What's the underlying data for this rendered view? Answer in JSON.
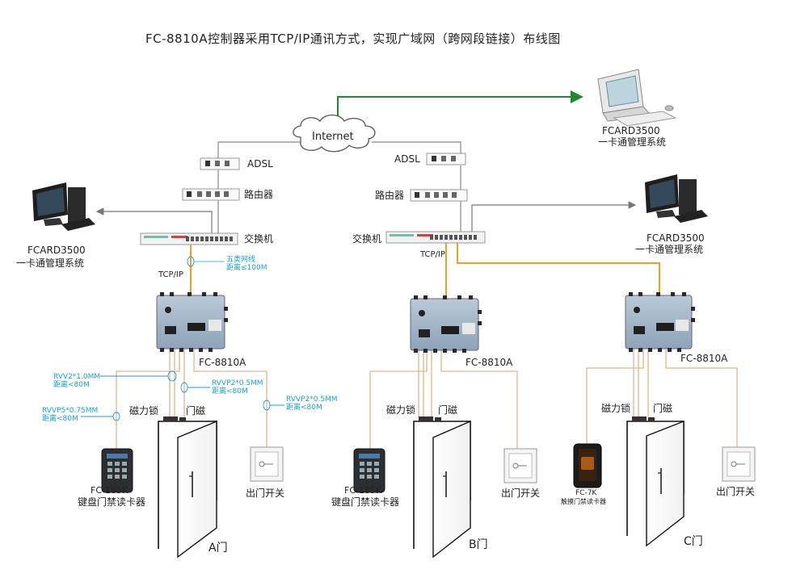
{
  "title": "FC-8810A控制器采用TCP/IP通讯方式，实现广域网（跨网段链接）布线图",
  "internet": "Internet",
  "adsl": "ADSL",
  "router": "路由器",
  "switch": "交换机",
  "tcpip": "TCP/IP",
  "pc": {
    "name": "FCARD3500",
    "desc": "一卡通管理系统"
  },
  "cable": {
    "line1": "五类网线",
    "line2": "距离≤100M"
  },
  "controller": "FC-8810A",
  "rvv_lock": {
    "line1": "RVV2*1.0MM",
    "line2": "距离<80M"
  },
  "rvvp_door": {
    "line1": "RVVP2*0.5MM",
    "line2": "距离<80M"
  },
  "rvvp_reader": {
    "line1": "RVVP5*0.75MM",
    "line2": "距离<80M"
  },
  "rvvp_exit": {
    "line1": "RVVP2*0.5MM",
    "line2": "距离<80M"
  },
  "maglock": "磁力锁",
  "doorsensor": "门磁",
  "reader185": {
    "model": "FC-185K",
    "desc": "键盘门禁读卡器"
  },
  "reader7k": {
    "model": "FC-7K",
    "desc": "触摸门禁读卡器"
  },
  "exit_switch": "出门开关",
  "doors": [
    "A门",
    "B门",
    "C门"
  ],
  "colors": {
    "green": "#1a8a2a",
    "orange": "#f0a020",
    "beige": "#e4b48a",
    "gray": "#777777",
    "cyan": "#17a3cc"
  }
}
